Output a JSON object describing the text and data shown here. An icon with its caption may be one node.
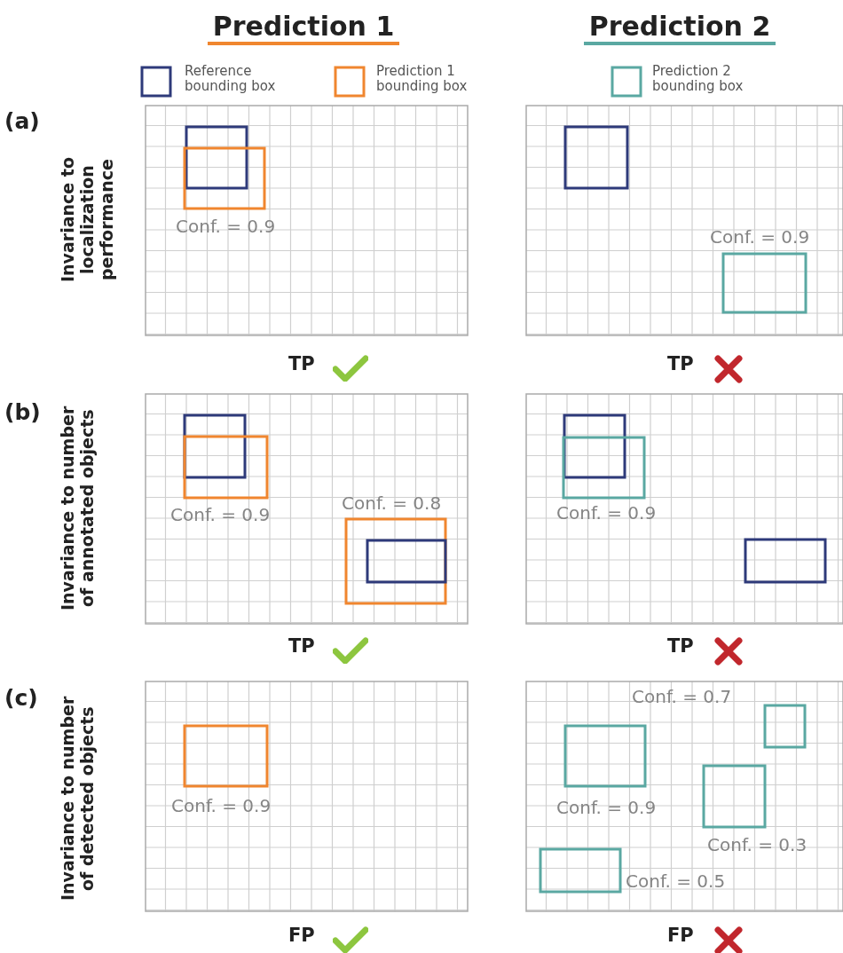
{
  "diagram": {
    "labels": [
      "Prediction 1",
      "Prediction 2",
      "(a)",
      "Invariance to localization performance",
      "Conf. = 0.9",
      "Conf. = 0.9",
      "TP",
      "TP",
      "(b)",
      "Invariance to number of annotated objects",
      "Conf. = 0.9",
      "Conf. = 0.8",
      "Conf. = 0.9",
      "TP",
      "TP",
      "(c)",
      "Invariance to number of detected objects",
      "Conf. = 0.7",
      "Conf. = 0.9",
      "Conf. = 0.9",
      "Conf. = 0.3",
      "Conf. = 0.5",
      "FP",
      "FP"
    ],
    "legend": [
      {
        "text": "Reference bounding box",
        "color": "#2e3a7a"
      },
      {
        "text": "Prediction 1 bounding box",
        "color": "#f0862f"
      },
      {
        "text": "Prediction 2 bounding box",
        "color": "#5aa8a2"
      }
    ]
  }
}
